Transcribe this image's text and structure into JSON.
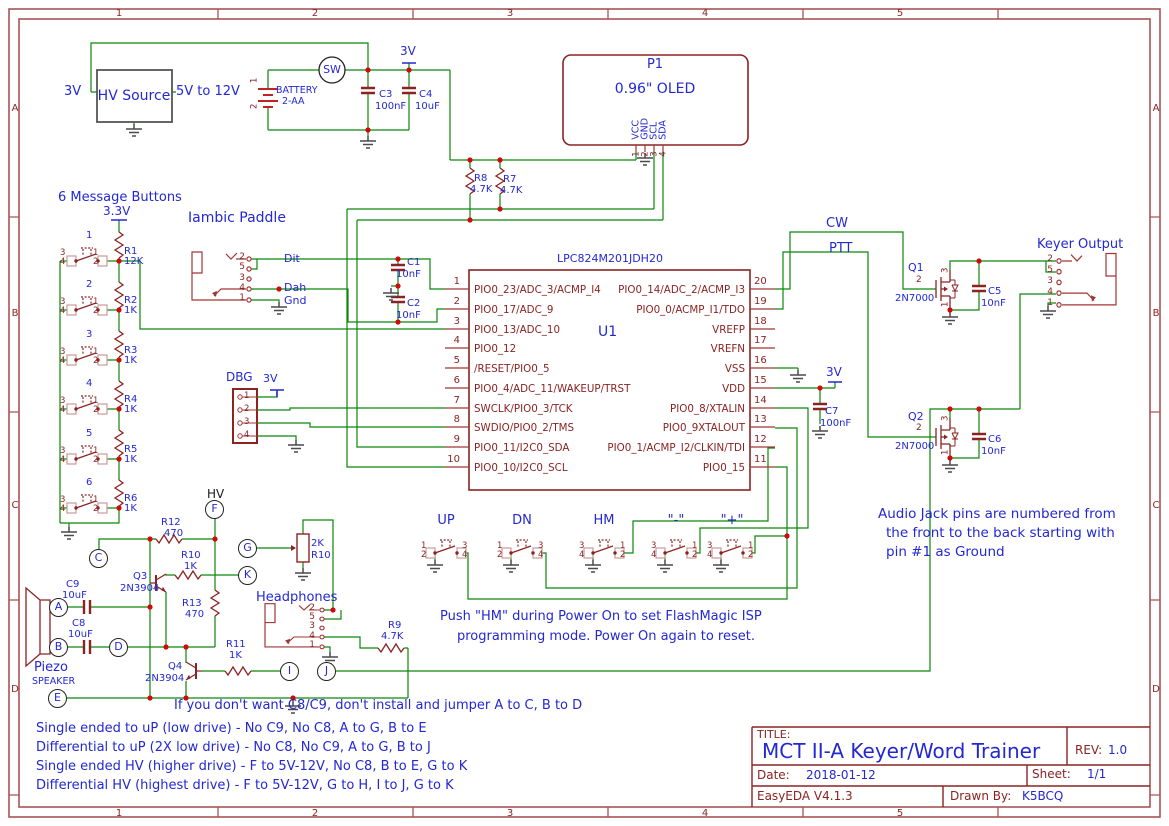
{
  "frame": {
    "cols": [
      "1",
      "2",
      "3",
      "4",
      "5"
    ],
    "rows": [
      "A",
      "B",
      "C",
      "D"
    ]
  },
  "title_block": {
    "title_label": "TITLE:",
    "title": "MCT II-A Keyer/Word Trainer",
    "rev_label": "REV:",
    "rev": "1.0",
    "date_label": "Date:",
    "date": "2018-01-12",
    "sheet_label": "Sheet:",
    "sheet": "1/1",
    "tool": "EasyEDA V4.1.3",
    "drawn_label": "Drawn By:",
    "drawn_by": "K5BCQ"
  },
  "power": {
    "in3v": "3V",
    "hv_source": "HV Source",
    "out": "5V to 12V",
    "battery": {
      "ref": "BATTERY",
      "val": "2-AA",
      "p1": "1",
      "p2": "2"
    },
    "sw": "SW",
    "c3": {
      "ref": "C3",
      "val": "100nF"
    },
    "c4": {
      "ref": "C4",
      "val": "10uF"
    },
    "flag3v": "3V"
  },
  "oled": {
    "ref": "P1",
    "name": "0.96\" OLED",
    "pins": [
      {
        "n": "1",
        "name": "VCC"
      },
      {
        "n": "2",
        "name": "GND"
      },
      {
        "n": "3",
        "name": "SCL"
      },
      {
        "n": "4",
        "name": "SDA"
      }
    ]
  },
  "pullups": {
    "r8": {
      "ref": "R8",
      "val": "4.7K"
    },
    "r7": {
      "ref": "R7",
      "val": "4.7K"
    }
  },
  "msg": {
    "heading": "6 Message Buttons",
    "v33": "3.3V",
    "rows": [
      {
        "n": "1",
        "a": "3",
        "b": "4",
        "c": "1",
        "d": "2"
      },
      {
        "n": "2",
        "a": "3",
        "b": "4",
        "c": "1",
        "d": "2"
      },
      {
        "n": "3",
        "a": "3",
        "b": "4",
        "c": "1",
        "d": "2"
      },
      {
        "n": "4",
        "a": "3",
        "b": "4",
        "c": "1",
        "d": "2"
      },
      {
        "n": "5",
        "a": "3",
        "b": "4",
        "c": "1",
        "d": "2"
      },
      {
        "n": "6",
        "a": "3",
        "b": "4",
        "c": "1",
        "d": "2"
      }
    ],
    "resistors": [
      {
        "ref": "R1",
        "val": "12K"
      },
      {
        "ref": "R2",
        "val": "1K"
      },
      {
        "ref": "R3",
        "val": "1K"
      },
      {
        "ref": "R4",
        "val": "1K"
      },
      {
        "ref": "R5",
        "val": "1K"
      },
      {
        "ref": "R6",
        "val": "1K"
      }
    ]
  },
  "paddle": {
    "heading": "Iambic Paddle",
    "pins": [
      "2",
      "5",
      "3",
      "4",
      "1"
    ],
    "dit": "Dit",
    "dah": "Dah",
    "gnd": "Gnd"
  },
  "c1": {
    "ref": "C1",
    "val": "10nF"
  },
  "c2": {
    "ref": "C2",
    "val": "10nF"
  },
  "mcu": {
    "ref": "U1",
    "part": "LPC824M201JDH20",
    "left": [
      {
        "n": "1",
        "name": "PIO0_23/ADC_3/ACMP_I4"
      },
      {
        "n": "2",
        "name": "PIO0_17/ADC_9"
      },
      {
        "n": "3",
        "name": "PIO0_13/ADC_10"
      },
      {
        "n": "4",
        "name": "PIO0_12"
      },
      {
        "n": "5",
        "name": "/RESET/PIO0_5"
      },
      {
        "n": "6",
        "name": "PIO0_4/ADC_11/WAKEUP/TRST"
      },
      {
        "n": "7",
        "name": "SWCLK/PIO0_3/TCK"
      },
      {
        "n": "8",
        "name": "SWDIO/PIO0_2/TMS"
      },
      {
        "n": "9",
        "name": "PIO0_11/I2C0_SDA"
      },
      {
        "n": "10",
        "name": "PIO0_10/I2C0_SCL"
      }
    ],
    "right": [
      {
        "n": "20",
        "name": "PIO0_14/ADC_2/ACMP_I3"
      },
      {
        "n": "19",
        "name": "PIO0_0/ACMP_I1/TDO"
      },
      {
        "n": "18",
        "name": "VREFP"
      },
      {
        "n": "17",
        "name": "VREFN"
      },
      {
        "n": "16",
        "name": "VSS"
      },
      {
        "n": "15",
        "name": "VDD"
      },
      {
        "n": "14",
        "name": "PIO0_8/XTALIN"
      },
      {
        "n": "13",
        "name": "PIO0_9XTALOUT"
      },
      {
        "n": "12",
        "name": "PIO0_1/ACMP_I2/CLKIN/TDI"
      },
      {
        "n": "11",
        "name": "PIO0_15"
      }
    ]
  },
  "dbg": {
    "label": "DBG",
    "flag": "3V",
    "pins": [
      "1",
      "2",
      "3",
      "4"
    ]
  },
  "nets": {
    "cw": "CW",
    "ptt": "PTT"
  },
  "c7": {
    "ref": "C7",
    "val": "100nF",
    "flag": "3V"
  },
  "q1": {
    "ref": "Q1",
    "part": "2N7000",
    "g": "2",
    "d": "3",
    "s": "1"
  },
  "q2": {
    "ref": "Q2",
    "part": "2N7000",
    "g": "2",
    "d": "3",
    "s": "1"
  },
  "c5": {
    "ref": "C5",
    "val": "10nF"
  },
  "c6": {
    "ref": "C6",
    "val": "10nF"
  },
  "keyer": {
    "label": "Keyer Output",
    "pins": [
      "2",
      "5",
      "3",
      "4",
      "1"
    ]
  },
  "nav": {
    "buttons": [
      {
        "label": "UP",
        "lp1": "1",
        "lp2": "2",
        "rp1": "3",
        "rp2": "4"
      },
      {
        "label": "DN",
        "lp1": "1",
        "lp2": "2",
        "rp1": "3",
        "rp2": "4"
      },
      {
        "label": "HM",
        "lp1": "3",
        "lp2": "4",
        "rp1": "1",
        "rp2": "2"
      },
      {
        "label": "\"-\"",
        "lp1": "3",
        "lp2": "4",
        "rp1": "1",
        "rp2": "2"
      },
      {
        "label": "\"+\"",
        "lp1": "3",
        "lp2": "4",
        "rp1": "1",
        "rp2": "2"
      }
    ]
  },
  "audio_note": {
    "l1": "Audio Jack pins are numbered from",
    "l2": "the front to the back starting with",
    "l3": "pin #1 as Ground"
  },
  "hm_note": {
    "l1": "Push \"HM\" during Power On to set FlashMagic ISP",
    "l2": "programming mode. Power On again to reset."
  },
  "amp": {
    "hv": "HV",
    "terminals": [
      "F",
      "C",
      "G",
      "K",
      "A",
      "B",
      "D",
      "E",
      "I",
      "J"
    ],
    "r12": {
      "ref": "R12",
      "val": "470"
    },
    "r10b": {
      "ref": "R10",
      "val": "1K"
    },
    "pot": {
      "val": "2K",
      "ref": "R10"
    },
    "r13": {
      "ref": "R13",
      "val": "470"
    },
    "r11": {
      "ref": "R11",
      "val": "1K"
    },
    "q3": {
      "ref": "Q3",
      "part": "2N3904"
    },
    "q4": {
      "ref": "Q4",
      "part": "2N3904"
    },
    "c9": {
      "ref": "C9",
      "val": "10uF"
    },
    "c8": {
      "ref": "C8",
      "val": "10uF"
    },
    "piezo": "Piezo",
    "speaker": "SPEAKER",
    "headphones": "Headphones",
    "r9": {
      "ref": "R9",
      "val": "4.7K"
    },
    "hp_pins": [
      "2",
      "5",
      "3",
      "4",
      "1"
    ]
  },
  "notes": {
    "jumper": "If you don't want C8/C9, don't install and jumper A to C, B to D",
    "l1": "Single ended to uP (low drive) - No C9, No C8, A to G, B to E",
    "l2": "Differential to uP (2X low drive) - No C8, No C9, A to G, B to J",
    "l3": "Single ended HV (higher drive) - F to 5V-12V, No C8, B to E, G to K",
    "l4": "Differential HV (highest drive) - F to 5V-12V, G to H, I to J, G to K"
  }
}
